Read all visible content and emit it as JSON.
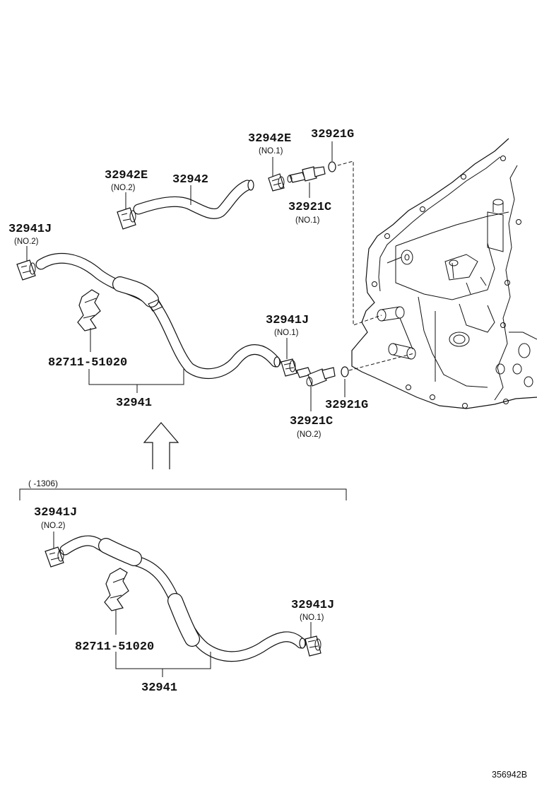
{
  "diagram": {
    "upper": {
      "hose_32942_label": "32942",
      "clamp_32942E_no1": {
        "part": "32942E",
        "sub": "(NO.1)"
      },
      "clamp_32942E_no2": {
        "part": "32942E",
        "sub": "(NO.2)"
      },
      "oring_32921G_top": "32921G",
      "union_32921C_no1": {
        "part": "32921C",
        "sub": "(NO.1)"
      },
      "clamp_32941J_no2": {
        "part": "32941J",
        "sub": "(NO.2)"
      },
      "clamp_32941J_no1": {
        "part": "32941J",
        "sub": "(NO.1)"
      },
      "clip_label": "82711-51020",
      "hose_32941_label": "32941",
      "oring_32921G_bottom": "32921G",
      "union_32921C_no2": {
        "part": "32921C",
        "sub": "(NO.2)"
      }
    },
    "lower": {
      "range_label": "(      -1306)",
      "clamp_32941J_no2": {
        "part": "32941J",
        "sub": "(NO.2)"
      },
      "clamp_32941J_no1": {
        "part": "32941J",
        "sub": "(NO.1)"
      },
      "clip_label": "82711-51020",
      "hose_32941_label": "32941"
    },
    "drawing_code": "356942B"
  }
}
